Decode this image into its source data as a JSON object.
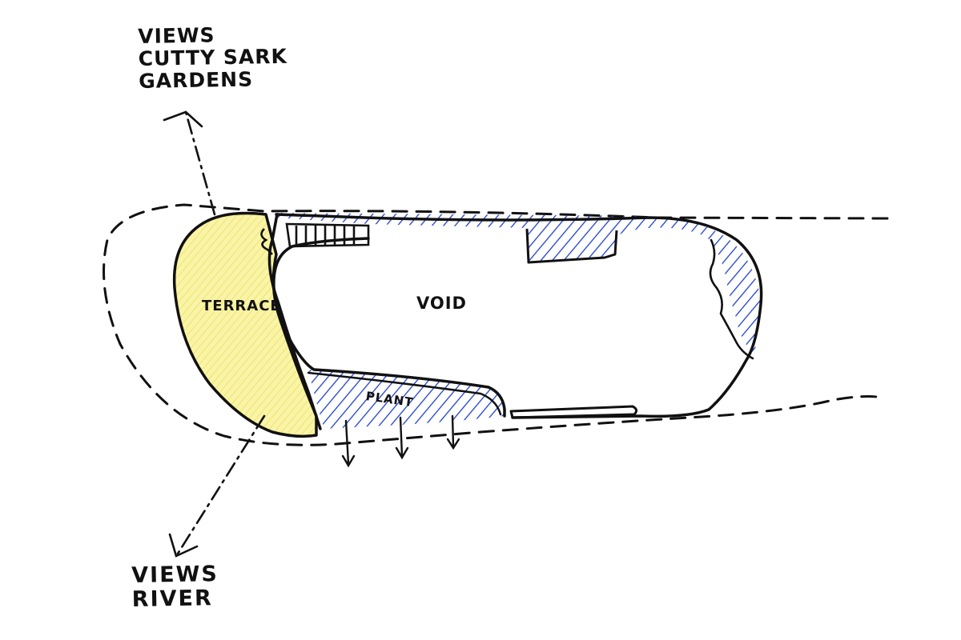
{
  "labels": {
    "views_top": [
      "VIEWS",
      "CUTTY SARK",
      "GARDENS"
    ],
    "views_bottom": [
      "VIEWS",
      "RIVER"
    ],
    "terrace": "TERRACE",
    "void": "VOID",
    "plant": "PLANT"
  },
  "colors": {
    "ink": "#111111",
    "terrace_fill": "#f6ef8c",
    "plant_hatch": "#1f3fd0",
    "background": "#ffffff"
  }
}
